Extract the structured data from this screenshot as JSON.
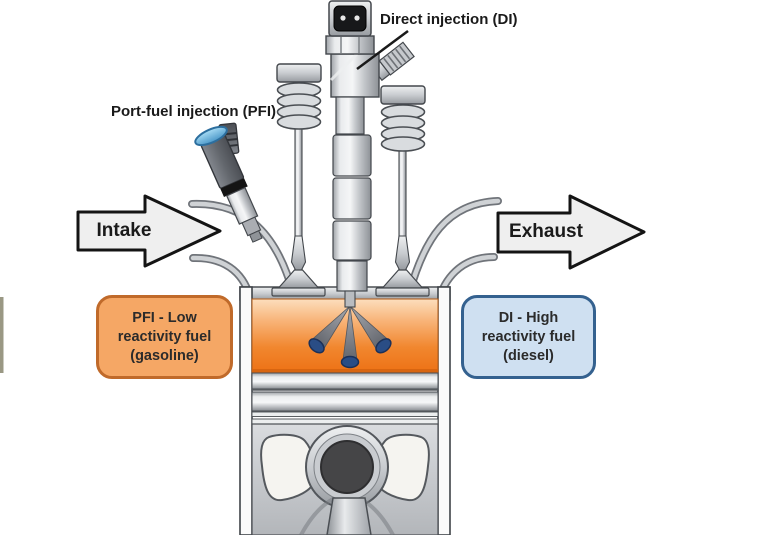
{
  "labels": {
    "direct_injection": "Direct injection (DI)",
    "port_fuel_injection": "Port-fuel injection (PFI)",
    "intake": "Intake",
    "exhaust": "Exhaust"
  },
  "callouts": {
    "pfi_line1": "PFI - Low",
    "pfi_line2": "reactivity fuel",
    "pfi_line3": "(gasoline)",
    "di_line1": "DI - High",
    "di_line2": "reactivity fuel",
    "di_line3": "(diesel)"
  },
  "colors": {
    "pfi_box_fill": "#F5A765",
    "pfi_box_border": "#C06A2A",
    "di_box_fill": "#CFE0F1",
    "di_box_border": "#34618F",
    "arrow_fill": "#EFEFEF",
    "arrow_border": "#141414",
    "label_text": "#1A1A1A",
    "chamber_orange": "#ED7114",
    "spray_tip_navy": "#2A4D85",
    "pfi_cap_blue": "#63B5E5"
  }
}
